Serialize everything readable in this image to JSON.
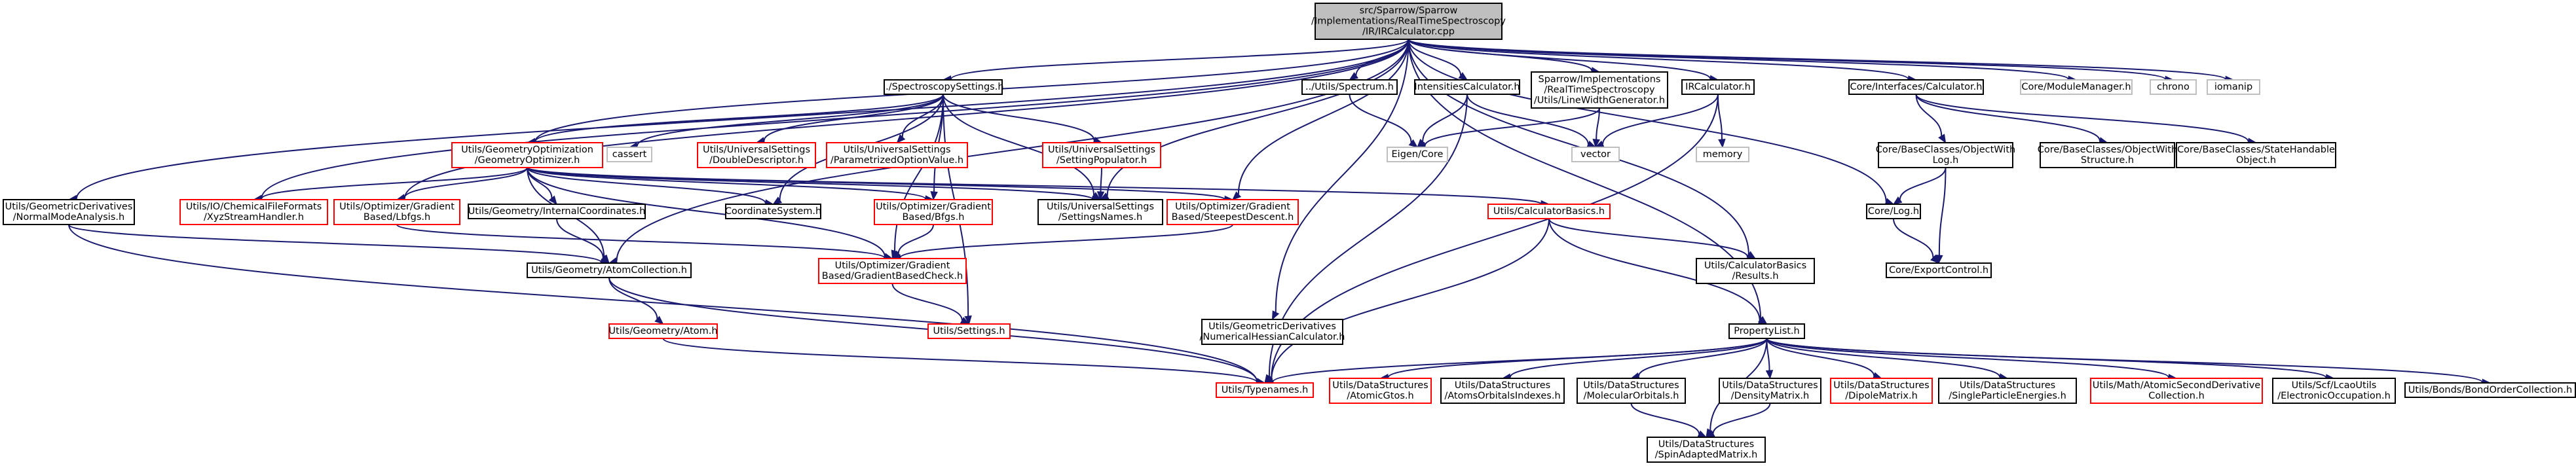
{
  "colors": {
    "edge": "#191970",
    "root_fill": "#bfbfbf",
    "node_fill": "#ffffff",
    "text": "#000000",
    "border_documented": "#000000",
    "border_undocumented": "#ff0000",
    "border_external": "#bfbfbf"
  },
  "nodes": [
    {
      "id": "root",
      "lines": [
        "src/Sparrow/Sparrow",
        "/Implementations/RealTimeSpectroscopy",
        "/IR/IRCalculator.cpp"
      ],
      "kind": "root"
    },
    {
      "id": "spectroscopy_settings",
      "lines": [
        "../SpectroscopySettings.h"
      ],
      "kind": "documented"
    },
    {
      "id": "utils_spectrum",
      "lines": [
        "../Utils/Spectrum.h"
      ],
      "kind": "documented"
    },
    {
      "id": "intensities_calculator",
      "lines": [
        "IntensitiesCalculator.h"
      ],
      "kind": "documented"
    },
    {
      "id": "linewidth_generator",
      "lines": [
        "Sparrow/Implementations",
        "/RealTimeSpectroscopy",
        "/Utils/LineWidthGenerator.h"
      ],
      "kind": "documented"
    },
    {
      "id": "ir_calculator",
      "lines": [
        "IRCalculator.h"
      ],
      "kind": "documented"
    },
    {
      "id": "core_interfaces_calculator",
      "lines": [
        "Core/Interfaces/Calculator.h"
      ],
      "kind": "documented"
    },
    {
      "id": "core_module_manager",
      "lines": [
        "Core/ModuleManager.h"
      ],
      "kind": "external"
    },
    {
      "id": "chrono",
      "lines": [
        "chrono"
      ],
      "kind": "external"
    },
    {
      "id": "iomanip",
      "lines": [
        "iomanip"
      ],
      "kind": "external"
    },
    {
      "id": "geometry_optimizer",
      "lines": [
        "Utils/GeometryOptimization",
        "/GeometryOptimizer.h"
      ],
      "kind": "undocumented"
    },
    {
      "id": "cassert",
      "lines": [
        "cassert"
      ],
      "kind": "external"
    },
    {
      "id": "double_descriptor",
      "lines": [
        "Utils/UniversalSettings",
        "/DoubleDescriptor.h"
      ],
      "kind": "undocumented"
    },
    {
      "id": "parametrized_option_value",
      "lines": [
        "Utils/UniversalSettings",
        "/ParametrizedOptionValue.h"
      ],
      "kind": "undocumented"
    },
    {
      "id": "setting_populator",
      "lines": [
        "Utils/UniversalSettings",
        "/SettingPopulator.h"
      ],
      "kind": "undocumented"
    },
    {
      "id": "eigen_core",
      "lines": [
        "Eigen/Core"
      ],
      "kind": "external"
    },
    {
      "id": "vector",
      "lines": [
        "vector"
      ],
      "kind": "external"
    },
    {
      "id": "memory",
      "lines": [
        "memory"
      ],
      "kind": "external"
    },
    {
      "id": "object_with_log",
      "lines": [
        "Core/BaseClasses/ObjectWith",
        "Log.h"
      ],
      "kind": "documented"
    },
    {
      "id": "object_with_structure",
      "lines": [
        "Core/BaseClasses/ObjectWith",
        "Structure.h"
      ],
      "kind": "documented"
    },
    {
      "id": "state_handable_object",
      "lines": [
        "Core/BaseClasses/StateHandable",
        "Object.h"
      ],
      "kind": "documented"
    },
    {
      "id": "normal_mode_analysis",
      "lines": [
        "Utils/GeometricDerivatives",
        "/NormalModeAnalysis.h"
      ],
      "kind": "documented"
    },
    {
      "id": "xyz_stream_handler",
      "lines": [
        "Utils/IO/ChemicalFileFormats",
        "/XyzStreamHandler.h"
      ],
      "kind": "undocumented"
    },
    {
      "id": "gradient_based_lbfgs",
      "lines": [
        "Utils/Optimizer/Gradient",
        "Based/Lbfgs.h"
      ],
      "kind": "undocumented"
    },
    {
      "id": "internal_coordinates",
      "lines": [
        "Utils/Geometry/InternalCoordinates.h"
      ],
      "kind": "documented"
    },
    {
      "id": "coordinate_system",
      "lines": [
        "CoordinateSystem.h"
      ],
      "kind": "documented"
    },
    {
      "id": "gradient_based_bfgs",
      "lines": [
        "Utils/Optimizer/Gradient",
        "Based/Bfgs.h"
      ],
      "kind": "undocumented"
    },
    {
      "id": "setting_names",
      "lines": [
        "Utils/UniversalSettings",
        "/SettingsNames.h"
      ],
      "kind": "documented"
    },
    {
      "id": "steepest_descent",
      "lines": [
        "Utils/Optimizer/Gradient",
        "Based/SteepestDescent.h"
      ],
      "kind": "undocumented"
    },
    {
      "id": "calculator_basics",
      "lines": [
        "Utils/CalculatorBasics.h"
      ],
      "kind": "undocumented"
    },
    {
      "id": "core_log",
      "lines": [
        "Core/Log.h"
      ],
      "kind": "documented"
    },
    {
      "id": "atom_collection",
      "lines": [
        "Utils/Geometry/AtomCollection.h"
      ],
      "kind": "documented"
    },
    {
      "id": "gradient_based_check",
      "lines": [
        "Utils/Optimizer/Gradient",
        "Based/GradientBasedCheck.h"
      ],
      "kind": "undocumented"
    },
    {
      "id": "calculator_basics_results",
      "lines": [
        "Utils/CalculatorBasics",
        "/Results.h"
      ],
      "kind": "documented"
    },
    {
      "id": "core_export_control",
      "lines": [
        "Core/ExportControl.h"
      ],
      "kind": "documented"
    },
    {
      "id": "geometry_atom",
      "lines": [
        "Utils/Geometry/Atom.h"
      ],
      "kind": "undocumented"
    },
    {
      "id": "utils_settings",
      "lines": [
        "Utils/Settings.h"
      ],
      "kind": "undocumented"
    },
    {
      "id": "numerical_hessian",
      "lines": [
        "Utils/GeometricDerivatives",
        "/NumericalHessianCalculator.h"
      ],
      "kind": "documented"
    },
    {
      "id": "property_list",
      "lines": [
        "PropertyList.h"
      ],
      "kind": "documented"
    },
    {
      "id": "typenames",
      "lines": [
        "Utils/Typenames.h"
      ],
      "kind": "undocumented"
    },
    {
      "id": "atomic_gtos",
      "lines": [
        "Utils/DataStructures",
        "/AtomicGtos.h"
      ],
      "kind": "undocumented"
    },
    {
      "id": "atoms_orbitals_indexes",
      "lines": [
        "Utils/DataStructures",
        "/AtomsOrbitalsIndexes.h"
      ],
      "kind": "documented"
    },
    {
      "id": "molecular_orbitals",
      "lines": [
        "Utils/DataStructures",
        "/MolecularOrbitals.h"
      ],
      "kind": "documented"
    },
    {
      "id": "density_matrix",
      "lines": [
        "Utils/DataStructures",
        "/DensityMatrix.h"
      ],
      "kind": "documented"
    },
    {
      "id": "dipole_matrix",
      "lines": [
        "Utils/DataStructures",
        "/DipoleMatrix.h"
      ],
      "kind": "undocumented"
    },
    {
      "id": "single_particle_energies",
      "lines": [
        "Utils/DataStructures",
        "/SingleParticleEnergies.h"
      ],
      "kind": "documented"
    },
    {
      "id": "atomic_second_derivative",
      "lines": [
        "Utils/Math/AtomicSecondDerivative",
        "Collection.h"
      ],
      "kind": "undocumented"
    },
    {
      "id": "electronic_occupation",
      "lines": [
        "Utils/Scf/LcaoUtils",
        "/ElectronicOccupation.h"
      ],
      "kind": "documented"
    },
    {
      "id": "bond_order_collection",
      "lines": [
        "Utils/Bonds/BondOrderCollection.h"
      ],
      "kind": "documented"
    },
    {
      "id": "spin_adapted_matrix",
      "lines": [
        "Utils/DataStructures",
        "/SpinAdaptedMatrix.h"
      ],
      "kind": "documented"
    }
  ],
  "edges": [
    [
      "root",
      "spectroscopy_settings"
    ],
    [
      "root",
      "utils_spectrum"
    ],
    [
      "root",
      "intensities_calculator"
    ],
    [
      "root",
      "linewidth_generator"
    ],
    [
      "root",
      "ir_calculator"
    ],
    [
      "root",
      "core_interfaces_calculator"
    ],
    [
      "root",
      "core_module_manager"
    ],
    [
      "root",
      "chrono"
    ],
    [
      "root",
      "iomanip"
    ],
    [
      "root",
      "geometry_optimizer"
    ],
    [
      "root",
      "normal_mode_analysis"
    ],
    [
      "root",
      "xyz_stream_handler"
    ],
    [
      "root",
      "gradient_based_lbfgs"
    ],
    [
      "root",
      "setting_names"
    ],
    [
      "root",
      "steepest_descent"
    ],
    [
      "root",
      "numerical_hessian"
    ],
    [
      "root",
      "calculator_basics_results"
    ],
    [
      "root",
      "property_list"
    ],
    [
      "root",
      "core_log"
    ],
    [
      "root",
      "atom_collection"
    ],
    [
      "spectroscopy_settings",
      "geometry_optimizer"
    ],
    [
      "spectroscopy_settings",
      "cassert"
    ],
    [
      "spectroscopy_settings",
      "double_descriptor"
    ],
    [
      "spectroscopy_settings",
      "parametrized_option_value"
    ],
    [
      "spectroscopy_settings",
      "setting_populator"
    ],
    [
      "spectroscopy_settings",
      "setting_names"
    ],
    [
      "spectroscopy_settings",
      "gradient_based_bfgs"
    ],
    [
      "spectroscopy_settings",
      "gradient_based_check"
    ],
    [
      "spectroscopy_settings",
      "utils_settings"
    ],
    [
      "spectroscopy_settings",
      "coordinate_system"
    ],
    [
      "utils_spectrum",
      "eigen_core"
    ],
    [
      "intensities_calculator",
      "eigen_core"
    ],
    [
      "intensities_calculator",
      "vector"
    ],
    [
      "intensities_calculator",
      "typenames"
    ],
    [
      "linewidth_generator",
      "eigen_core"
    ],
    [
      "linewidth_generator",
      "vector"
    ],
    [
      "ir_calculator",
      "vector"
    ],
    [
      "ir_calculator",
      "memory"
    ],
    [
      "ir_calculator",
      "typenames"
    ],
    [
      "core_interfaces_calculator",
      "object_with_log"
    ],
    [
      "core_interfaces_calculator",
      "object_with_structure"
    ],
    [
      "core_interfaces_calculator",
      "state_handable_object"
    ],
    [
      "object_with_log",
      "core_log"
    ],
    [
      "object_with_log",
      "core_export_control"
    ],
    [
      "core_log",
      "core_export_control"
    ],
    [
      "geometry_optimizer",
      "xyz_stream_handler"
    ],
    [
      "geometry_optimizer",
      "gradient_based_lbfgs"
    ],
    [
      "geometry_optimizer",
      "internal_coordinates"
    ],
    [
      "geometry_optimizer",
      "coordinate_system"
    ],
    [
      "geometry_optimizer",
      "gradient_based_bfgs"
    ],
    [
      "geometry_optimizer",
      "setting_names"
    ],
    [
      "geometry_optimizer",
      "steepest_descent"
    ],
    [
      "geometry_optimizer",
      "calculator_basics"
    ],
    [
      "geometry_optimizer",
      "atom_collection"
    ],
    [
      "geometry_optimizer",
      "gradient_based_check"
    ],
    [
      "setting_populator",
      "setting_names"
    ],
    [
      "normal_mode_analysis",
      "atom_collection"
    ],
    [
      "normal_mode_analysis",
      "typenames"
    ],
    [
      "gradient_based_lbfgs",
      "gradient_based_check"
    ],
    [
      "internal_coordinates",
      "atom_collection"
    ],
    [
      "gradient_based_bfgs",
      "gradient_based_check"
    ],
    [
      "steepest_descent",
      "gradient_based_check"
    ],
    [
      "gradient_based_check",
      "utils_settings"
    ],
    [
      "calculator_basics",
      "calculator_basics_results"
    ],
    [
      "calculator_basics",
      "property_list"
    ],
    [
      "calculator_basics",
      "typenames"
    ],
    [
      "atom_collection",
      "geometry_atom"
    ],
    [
      "atom_collection",
      "typenames"
    ],
    [
      "geometry_atom",
      "typenames"
    ],
    [
      "property_list",
      "typenames"
    ],
    [
      "property_list",
      "atomic_gtos"
    ],
    [
      "property_list",
      "atoms_orbitals_indexes"
    ],
    [
      "property_list",
      "molecular_orbitals"
    ],
    [
      "property_list",
      "density_matrix"
    ],
    [
      "property_list",
      "dipole_matrix"
    ],
    [
      "property_list",
      "single_particle_energies"
    ],
    [
      "property_list",
      "atomic_second_derivative"
    ],
    [
      "property_list",
      "electronic_occupation"
    ],
    [
      "property_list",
      "bond_order_collection"
    ],
    [
      "property_list",
      "spin_adapted_matrix"
    ],
    [
      "molecular_orbitals",
      "spin_adapted_matrix"
    ],
    [
      "density_matrix",
      "spin_adapted_matrix"
    ]
  ]
}
